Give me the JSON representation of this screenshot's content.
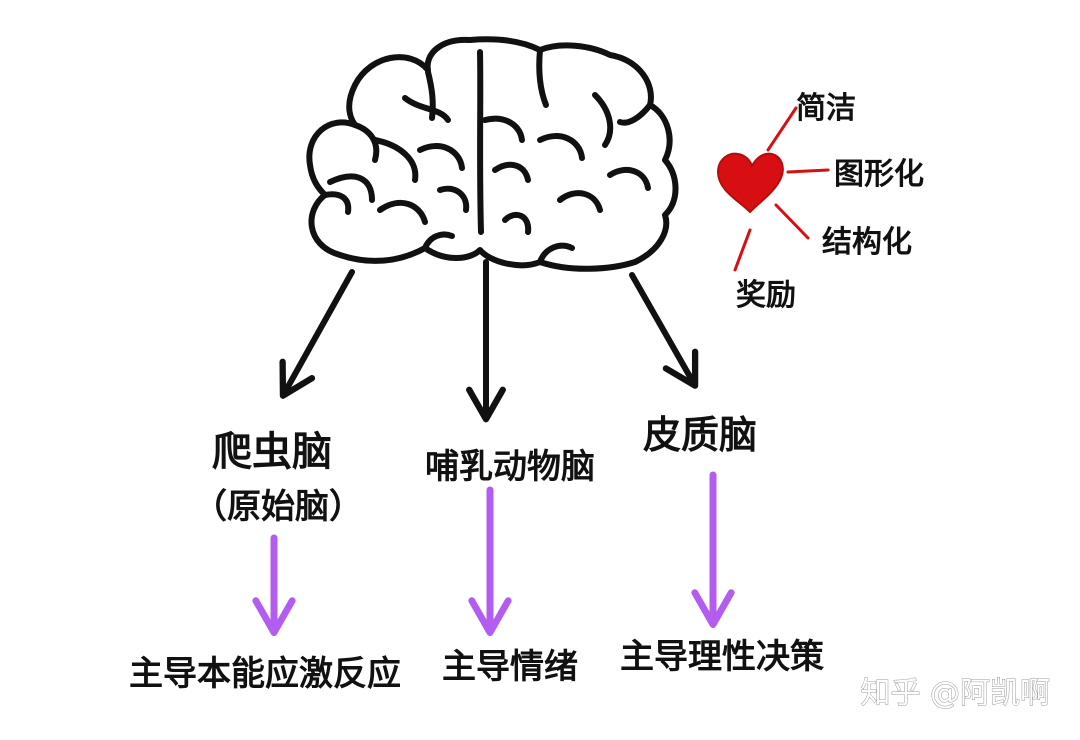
{
  "brain_layers": [
    {
      "label": "爬虫脑",
      "sub_label": "（原始脑）",
      "function": "主导本能应激反应"
    },
    {
      "label": "哺乳动物脑",
      "sub_label": "",
      "function": "主导情绪"
    },
    {
      "label": "皮质脑",
      "sub_label": "",
      "function": "主导理性决策"
    }
  ],
  "heart_keywords": [
    "简洁",
    "图形化",
    "结构化",
    "奖励"
  ],
  "watermark": "知乎 @阿凯啊",
  "colors": {
    "ink": "#111111",
    "heart": "#d80f12",
    "purple_arrow": "#b25cf0",
    "watermark_outline": "#9a9a9a"
  },
  "icons": {
    "brain": "brain-icon",
    "heart": "heart-icon"
  }
}
